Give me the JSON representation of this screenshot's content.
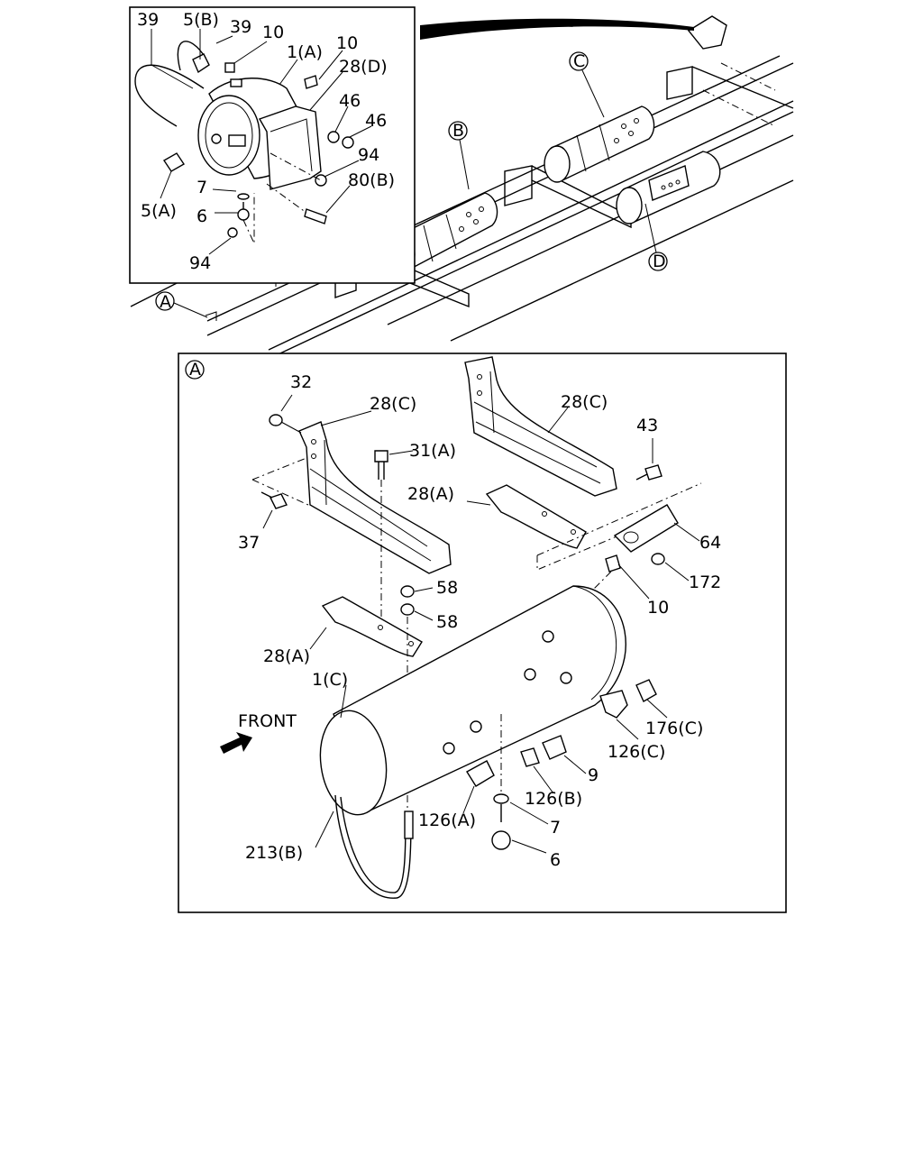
{
  "callouts": {
    "A": "A",
    "B": "B",
    "C": "C",
    "D": "D"
  },
  "inset_labels": {
    "l39a": "39",
    "l5b": "5(B)",
    "l39b": "39",
    "l10a": "10",
    "l1a": "1(A)",
    "l10b": "10",
    "l28d": "28(D)",
    "l46a": "46",
    "l46b": "46",
    "l94a": "94",
    "l7": "7",
    "l80b": "80(B)",
    "l5a": "5(A)",
    "l6": "6",
    "l94b": "94"
  },
  "detail_labels": {
    "l32": "32",
    "l28c_l": "28(C)",
    "l31a": "31(A)",
    "l37": "37",
    "l58a": "58",
    "l58b": "58",
    "l28a_l": "28(A)",
    "l1c": "1(C)",
    "l28c_r": "28(C)",
    "l43": "43",
    "l28a_r": "28(A)",
    "l64": "64",
    "l172": "172",
    "l10": "10",
    "l176c": "176(C)",
    "l126c": "126(C)",
    "l9": "9",
    "l126b": "126(B)",
    "l126a": "126(A)",
    "l7": "7",
    "l6": "6",
    "l213b": "213(B)",
    "front": "FRONT"
  }
}
